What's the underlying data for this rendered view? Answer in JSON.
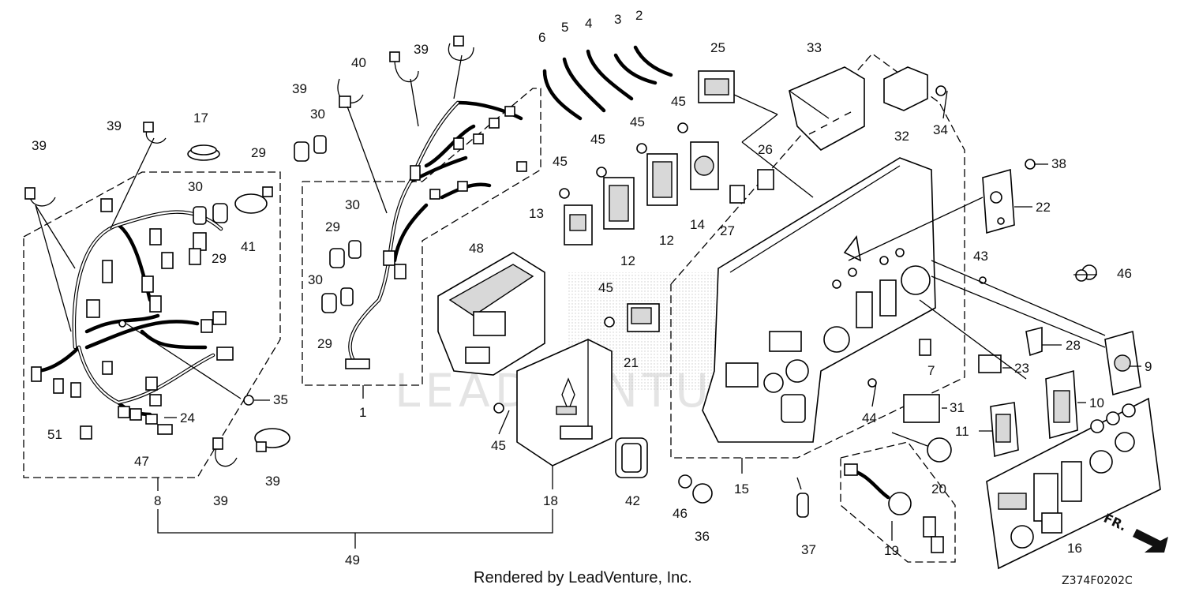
{
  "watermark": "LEADVENTURE",
  "footer_text": "Rendered by LeadVenture, Inc.",
  "diagram_code": "Z374F0202C",
  "direction_label": "FR.",
  "callouts": [
    "1",
    "2",
    "3",
    "4",
    "5",
    "6",
    "7",
    "8",
    "9",
    "10",
    "11",
    "12",
    "12",
    "13",
    "14",
    "15",
    "16",
    "17",
    "18",
    "19",
    "20",
    "21",
    "22",
    "23",
    "24",
    "25",
    "26",
    "27",
    "28",
    "29",
    "29",
    "29",
    "29",
    "30",
    "30",
    "30",
    "30",
    "31",
    "32",
    "33",
    "34",
    "35",
    "36",
    "37",
    "38",
    "39",
    "39",
    "39",
    "39",
    "39",
    "39",
    "40",
    "41",
    "42",
    "43",
    "44",
    "45",
    "45",
    "45",
    "45",
    "45",
    "45",
    "46",
    "46",
    "47",
    "48",
    "49",
    "51"
  ]
}
